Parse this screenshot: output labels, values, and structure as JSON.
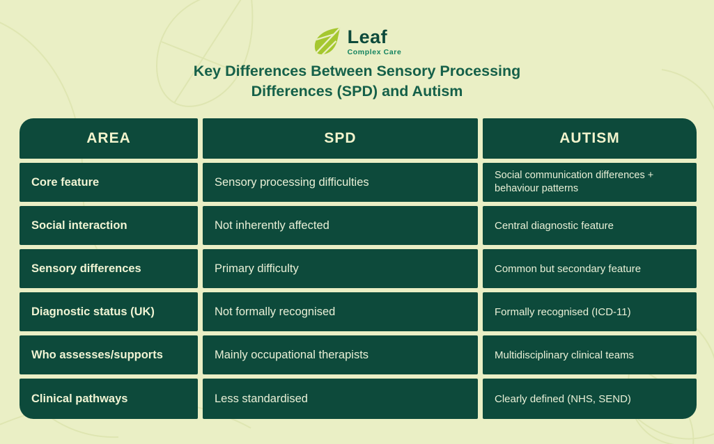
{
  "brand": {
    "name": "Leaf",
    "tagline": "Complex Care",
    "leaf_icon": "leaf-icon"
  },
  "title": {
    "line1": "Key Differences Between Sensory Processing",
    "line2": "Differences (SPD) and Autism"
  },
  "table": {
    "headers": [
      "AREA",
      "SPD",
      "AUTISM"
    ],
    "rows": [
      {
        "area": "Core feature",
        "spd": "Sensory processing difficulties",
        "autism": "Social communication differences + behaviour patterns"
      },
      {
        "area": "Social interaction",
        "spd": "Not inherently affected",
        "autism": "Central diagnostic feature"
      },
      {
        "area": "Sensory differences",
        "spd": "Primary difficulty",
        "autism": "Common but secondary feature"
      },
      {
        "area": "Diagnostic status (UK)",
        "spd": "Not formally recognised",
        "autism": "Formally recognised (ICD-11)"
      },
      {
        "area": "Who assesses/supports",
        "spd": "Mainly occupational therapists",
        "autism": "Multidisciplinary clinical teams"
      },
      {
        "area": "Clinical pathways",
        "spd": "Less standardised",
        "autism": "Clearly defined (NHS, SEND)"
      }
    ]
  },
  "colors": {
    "background": "#eaefc5",
    "cell_green": "#0d4a3b",
    "header_text": "#f2f4cd",
    "cell_text": "#e9f0d7",
    "title_text": "#156049",
    "leaf_green": "#a5c72f",
    "brand_name_text": "#0d4a3b",
    "tagline_text": "#12825f",
    "pattern_line": "#dde4ae"
  }
}
